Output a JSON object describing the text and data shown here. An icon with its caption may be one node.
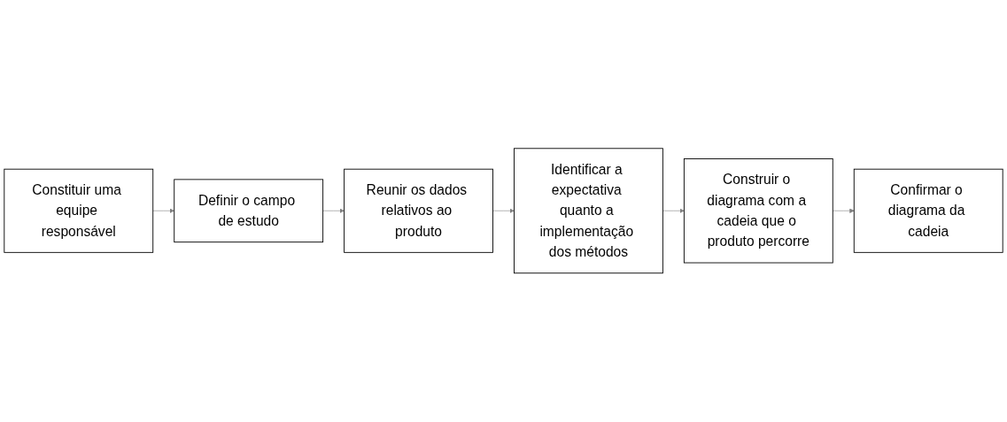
{
  "diagram": {
    "nodes": [
      {
        "text": [
          "Constituir uma equipe responsável"
        ]
      },
      {
        "text": [
          "Definir o campo de estudo"
        ]
      },
      {
        "text": [
          "Reunir os dados relativos ao produto"
        ]
      },
      {
        "text": [
          "Identificar a expectativa quanto a implementação dos métodos"
        ]
      },
      {
        "text": [
          "Construir o diagrama com a cadeia que o produto percorre"
        ]
      },
      {
        "text": [
          "Confirmar o diagrama da cadeia"
        ]
      }
    ],
    "edges": [
      {
        "from": 0,
        "to": 1,
        "arrow": "to"
      },
      {
        "from": 1,
        "to": 2,
        "arrow": "to"
      },
      {
        "from": 2,
        "to": 3,
        "arrow": "to"
      },
      {
        "from": 3,
        "to": 4,
        "arrow": "to"
      },
      {
        "from": 4,
        "to": 5,
        "arrow": "to"
      }
    ]
  }
}
